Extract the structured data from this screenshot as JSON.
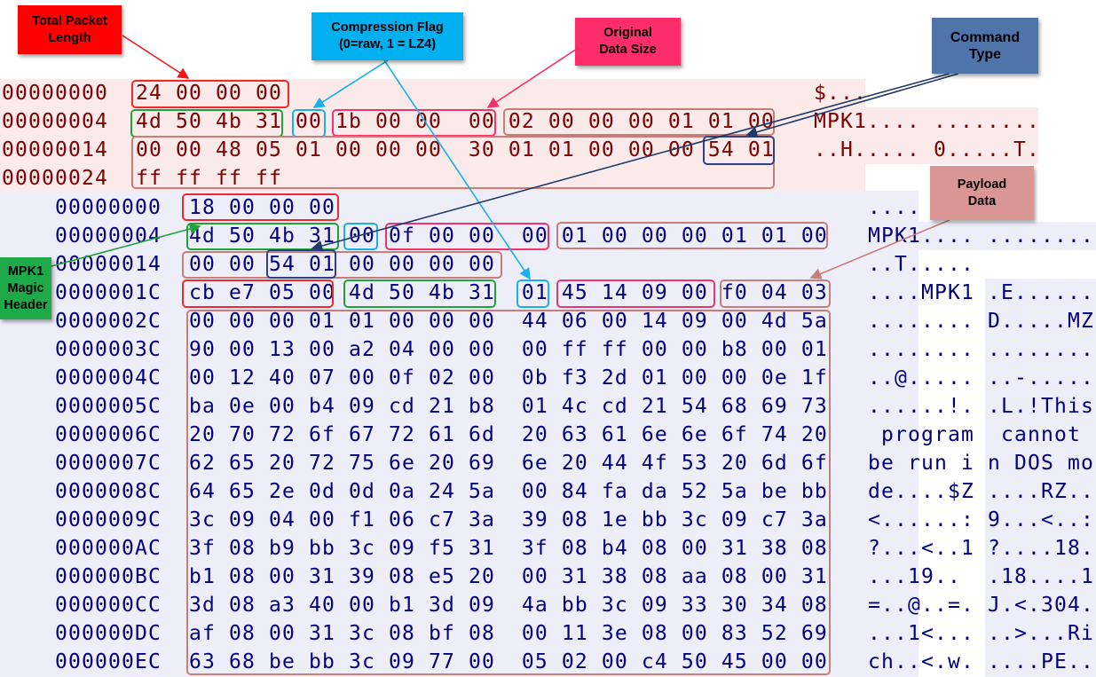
{
  "callouts": {
    "total_packet_length": "Total Packet Length",
    "compression_flag_line1": "Compression Flag",
    "compression_flag_line2": "(0=raw, 1 = LZ4)",
    "original_data_size": "Original Data Size",
    "payload_data": "Payload Data",
    "magic_header": "MPK1 Magic Header",
    "command_type": "Command Type"
  },
  "colors": {
    "total_packet_length": "#ff0000",
    "compression_flag": "#00b0f0",
    "original_data_size": "#ff2d6a",
    "payload_data": "#d99694",
    "magic_header": "#1faa4a",
    "command_type": "#4f74aa",
    "outer_hex_text": "#7f0000",
    "inner_hex_text": "#000080",
    "outer_background": "#fbeaea",
    "inner_background": "#eeeef9"
  },
  "outer_dump": [
    {
      "offset": "00000000",
      "hex": "24 00 00 00",
      "ascii": "$..."
    },
    {
      "offset": "00000004",
      "hex": "4d 50 4b 31 00 1b 00 00  00 02 00 00 00 01 01 00",
      "ascii": "MPK1.... ........"
    },
    {
      "offset": "00000014",
      "hex": "00 00 48 05 01 00 00 00  30 01 01 00 00 00 54 01",
      "ascii": "..H..... 0.....T."
    },
    {
      "offset": "00000024",
      "hex": "ff ff ff ff",
      "ascii": ""
    }
  ],
  "inner_dump": [
    {
      "offset": "00000000",
      "hex": "18 00 00 00",
      "ascii": "...."
    },
    {
      "offset": "00000004",
      "hex": "4d 50 4b 31 00 0f 00 00  00 01 00 00 00 01 01 00",
      "ascii": "MPK1.... ........"
    },
    {
      "offset": "00000014",
      "hex": "00 00 54 01 00 00 00 00",
      "ascii": "..T....."
    },
    {
      "offset": "0000001C",
      "hex": "cb e7 05 00 4d 50 4b 31  01 45 14 09 00 f0 04 03",
      "ascii": "....MPK1 .E......"
    },
    {
      "offset": "0000002C",
      "hex": "00 00 00 01 01 00 00 00  44 06 00 14 09 00 4d 5a",
      "ascii": "........ D.....MZ"
    },
    {
      "offset": "0000003C",
      "hex": "90 00 13 00 a2 04 00 00  00 ff ff 00 00 b8 00 01",
      "ascii": "........ ........"
    },
    {
      "offset": "0000004C",
      "hex": "00 12 40 07 00 0f 02 00  0b f3 2d 01 00 00 0e 1f",
      "ascii": "..@..... ..-....."
    },
    {
      "offset": "0000005C",
      "hex": "ba 0e 00 b4 09 cd 21 b8  01 4c cd 21 54 68 69 73",
      "ascii": "......!. .L.!This"
    },
    {
      "offset": "0000006C",
      "hex": "20 70 72 6f 67 72 61 6d  20 63 61 6e 6e 6f 74 20",
      "ascii": " program  cannot "
    },
    {
      "offset": "0000007C",
      "hex": "62 65 20 72 75 6e 20 69  6e 20 44 4f 53 20 6d 6f",
      "ascii": "be run i n DOS mo"
    },
    {
      "offset": "0000008C",
      "hex": "64 65 2e 0d 0d 0a 24 5a  00 84 fa da 52 5a be bb",
      "ascii": "de....$Z ....RZ.."
    },
    {
      "offset": "0000009C",
      "hex": "3c 09 04 00 f1 06 c7 3a  39 08 1e bb 3c 09 c7 3a",
      "ascii": "<......: 9...<..:"
    },
    {
      "offset": "000000AC",
      "hex": "3f 08 b9 bb 3c 09 f5 31  3f 08 b4 08 00 31 38 08",
      "ascii": "?...<..1 ?....18."
    },
    {
      "offset": "000000BC",
      "hex": "b1 08 00 31 39 08 e5 20  00 31 38 08 aa 08 00 31",
      "ascii": "...19..  .18....1"
    },
    {
      "offset": "000000CC",
      "hex": "3d 08 a3 40 00 b1 3d 09  4a bb 3c 09 33 30 34 08",
      "ascii": "=..@..=. J.<.304."
    },
    {
      "offset": "000000DC",
      "hex": "af 08 00 31 3c 08 bf 08  00 11 3e 08 00 83 52 69",
      "ascii": "...1<... ..>...Ri"
    },
    {
      "offset": "000000EC",
      "hex": "63 68 be bb 3c 09 77 00  05 02 00 c4 50 45 00 00",
      "ascii": "ch..<.w. ....PE.."
    }
  ]
}
